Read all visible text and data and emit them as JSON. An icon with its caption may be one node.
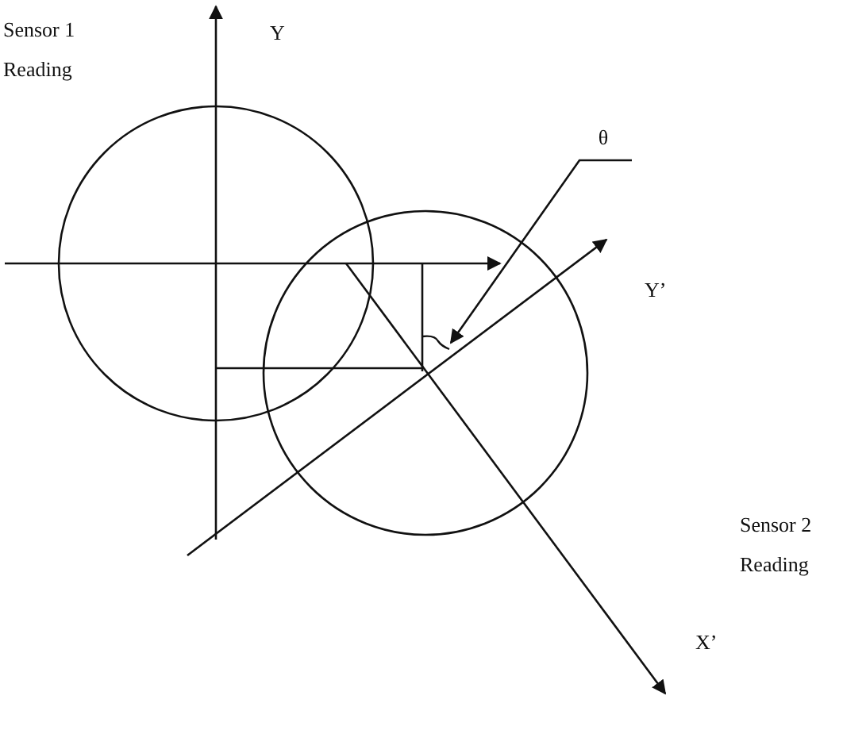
{
  "diagram": {
    "nodes": [
      {
        "text": [
          "θ"
        ]
      },
      {
        "text": [],
        "shape": "arc"
      }
    ],
    "edges": [
      {
        "from": 0,
        "to": 1,
        "arrow": "to"
      }
    ],
    "labels": [
      "Sensor 1 Reading",
      "Y",
      "Y’",
      "Sensor 2 Reading",
      "X’"
    ]
  }
}
